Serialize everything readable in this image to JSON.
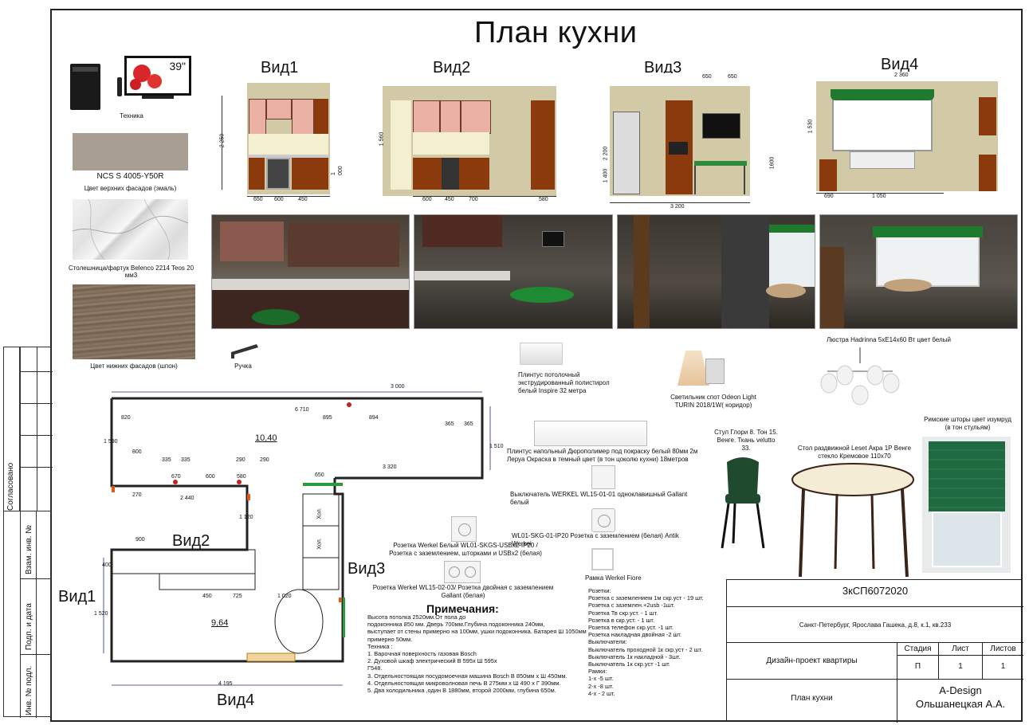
{
  "title": "План кухни",
  "views": {
    "v1": "Вид1",
    "v2": "Вид2",
    "v3": "Вид3",
    "v4": "Вид4"
  },
  "tv_size": "39\"",
  "materials": {
    "appliances_label": "Техника",
    "upper_color_code": "NCS S 4005-Y50R",
    "upper_color_label": "Цвет верхних фасадов (эмаль)",
    "countertop_label": "Столешница/фартук Belenco 2214 Teos 20 мм3",
    "lower_color_label": "Цвет нижних фасадов (шпон)",
    "handle_label": "Ручка"
  },
  "products": {
    "ceiling_plinth": "Плинтус потолочный экструдированный полистирол белый Inspire 32 метра",
    "spot": "Светильник спот Odeon Light TURIN 2018/1W( коридор)",
    "chandelier": "Люстра Hadrinna 5xE14x60 Вт цвет белый",
    "floor_plinth": "Плинтус напольный Дюрополимер под покраску белый 80мм 2м Леруа Окраска в темный цвет (в тон цоколю кухни) 18метров",
    "chair": "Стул Глори 8. Тон 15. Венге. Ткань velutto 33.",
    "table": "Стол раздвижной Leset Акра 1Р Венге стекло Кремовое 110х70",
    "curtains": "Римские шторы цвет изумруд (в тон стульям)",
    "switch": "Выключатель WERKEL WL15-01-01 одноклавишный Gallant белый",
    "socket_antik": "WL01-SKG-01-IP20 Розетка с заземлением (белая) Antik Werkel",
    "socket_usb": "Розетка Werkel Белый WL01-SKGS-USBx2-IP20 / Розетка с заземлением, шторками и USBx2 (белая)",
    "frame": "Рамка Werkel Fiore",
    "socket_double": "Розетка Werkel WL15-02-03/ Розетка двойная с заземлением Gallant (белая)"
  },
  "plan": {
    "area_kitchen": "9,64",
    "area_corridor": "10,40",
    "fridge_label": "Хол.",
    "dims": {
      "d3000": "3 000",
      "d6710": "6 710",
      "d895": "895",
      "d894": "894",
      "d365a": "365",
      "d365b": "365",
      "d3320": "3 320",
      "d650": "650",
      "d1510": "1 510",
      "d1590": "1 590",
      "d820": "820",
      "d800": "800",
      "d335a": "335",
      "d335b": "335",
      "d290a": "290",
      "d290b": "290",
      "d670": "670",
      "d600": "600",
      "d580": "580",
      "d2440": "2 440",
      "d270": "270",
      "d1120": "1 120",
      "d900": "900",
      "d400": "400",
      "d450": "450",
      "d725": "725",
      "d1020": "1 020",
      "d1520": "1 520",
      "d4195": "4 195"
    }
  },
  "elevation_dims": {
    "v1": {
      "h2250": "2 250",
      "w650": "650",
      "w600": "600",
      "w450": "450",
      "h1000": "1 000"
    },
    "v2": {
      "h1560": "1 560",
      "w600": "600",
      "w450": "450",
      "w700": "700",
      "w580": "580"
    },
    "v3": {
      "h2200": "2 200",
      "h1400": "1 400",
      "w650a": "650",
      "w650b": "650",
      "h1600": "1600",
      "w3200": "3 200"
    },
    "v4": {
      "w2360": "2 360",
      "h1530": "1 530",
      "w690": "690",
      "w1050": "1 050"
    }
  },
  "notes": {
    "heading": "Примечания:",
    "body": "Высота потолка 2520мм.От пола до\nподоконника 850 мм. Дверь 700мм.Глубина подоконника 240мм,\nвыступает от стены примерно на 100мм, ушки подоконника. Батарея Ш 1050мм\nпримерно 50мм.\nТехника :\n1. Варочная поверхность газовая Bosch\n2. Духовой шкаф электрический  В 595х Ш 595х\nГ548.\n3. Отдельностоящая посудомоечная машина Bosch В 850мм х Ш 450мм.\n4. Отдельностоящая микроволновая печь В 275мм х Ш 490 х Г 390мм.\n5. Два холодильника ,один В 1880мм, второй 2000мм, глубина 650м."
  },
  "sockets": {
    "body": "Розетки:\nРозетка с заземлением  1м скр.уст - 19 шт.\nРозетка с заземлен.+2usb -1шт.\nРозетка Тв скр.уст. - 1 шт.\nРозетка в скр.уст. - 1 шт.\nРозетка телефон скр.уст. -1 шт.\nРозетка накладная двойная -2 шт.\nВыключатели:\nВыключатель проходной  1к скр.уст - 2 шт.\nВыключатель 1к накладной - 3шт.\nВыключатель 1к скр.уст  -1 шт.\nРамки:\n1-х -5 шт.\n2-х -8 шт.\n4-х - 2 шт."
  },
  "stamp": {
    "code": "3кСП6072020",
    "address": "Санкт-Петербург, Ярослава Гашека, д.8, к.1, кв.233",
    "project": "Дизайн-проект квартиры",
    "sheet_name": "План кухни",
    "col_stage": "Стадия",
    "col_sheet": "Лист",
    "col_sheets": "Листов",
    "stage": "П",
    "sheet": "1",
    "sheets": "1",
    "company": "A-Design",
    "author": "Ольшанецкая А.А."
  },
  "side": {
    "agreed": "Согласовано",
    "inv_repl": "Взам. инв. №",
    "sign_date": "Подп. и дата",
    "inv_orig": "Инв. № подл."
  }
}
